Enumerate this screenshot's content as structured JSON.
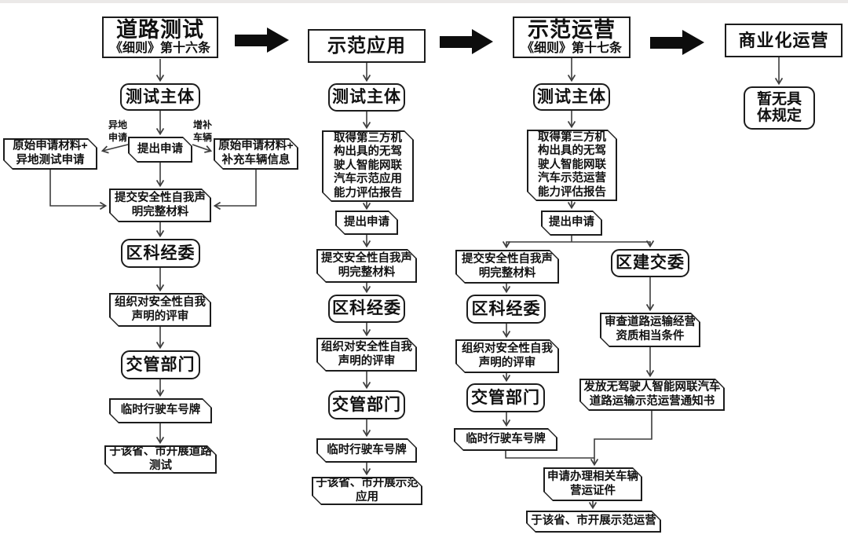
{
  "meta": {
    "description_title": "无驾驶人智能网联汽车流程图",
    "colors": {
      "ink": "#1c1c1c",
      "connector": "#3d3d3d",
      "top_divider": "#ebe9e8",
      "background": "#ffffff"
    }
  },
  "flow": {
    "stages": [
      {
        "title": "道路测试",
        "subtitle": "《细则》第十六条"
      },
      {
        "title": "示范应用",
        "subtitle": ""
      },
      {
        "title": "示范运营",
        "subtitle": "《细则》第十七条"
      },
      {
        "title": "商业化运营",
        "subtitle": ""
      }
    ],
    "labels": {
      "test_subject": "测试主体",
      "apply": "提出申请",
      "yidi_tag": "异地\n申请",
      "zengbu_tag": "增补\n车辆",
      "orig_yidi": "原始申请材料+\n异地测试申请",
      "orig_buchong": "原始申请材料+\n补充车辆信息",
      "submit_decl": "提交安全性自我声\n明完整材料",
      "kejingwei": "区科经委",
      "review": "组织对安全性自我\n声明的评审",
      "jiaoguan": "交管部门",
      "plate": "临时行驶车号牌",
      "road_test_done": "于该省、市开展道路\n测试",
      "report_app": "取得第三方机\n构出具的无驾\n驶人智能网联\n汽车示范应用\n能力评估报告",
      "demo_app_done": "于该省、市开展示范\n应用",
      "report_op": "取得第三方机\n构出具的无驾\n驶人智能网联\n汽车示范运营\n能力评估报告",
      "jianjiaowei": "区建交委",
      "shencha": "审查道路运输经营\n资质相当条件",
      "fafang": "发放无驾驶人智能网联汽车\n道路运输示范运营通知书",
      "banli": "申请办理相关车辆\n营运证件",
      "demo_op_done": "于该省、市开展示范运营",
      "no_spec": "暂无具\n体规定"
    }
  }
}
